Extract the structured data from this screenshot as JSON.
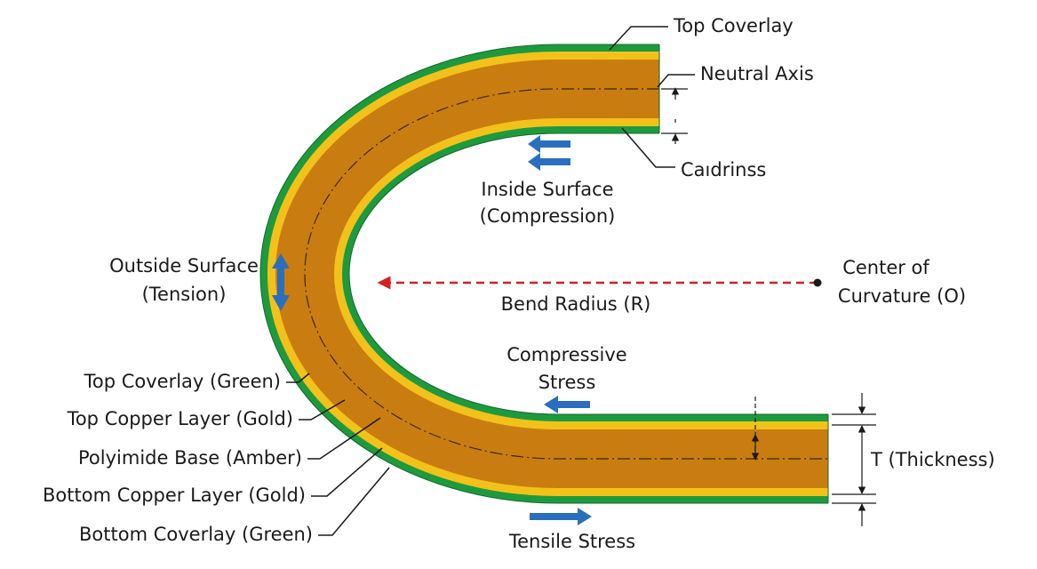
{
  "colors": {
    "coverlay": "#1e9a3e",
    "copper": "#f2c21a",
    "polyimide": "#c97d10",
    "stress_arrow": "#2a6fbd",
    "bend_radius_line": "#d62020"
  },
  "labels": {
    "top_coverlay": "Top Coverlay",
    "neutral_axis": "Neutral Axis",
    "caudrinss": "Caıdrinss",
    "inside_surface_line1": "Inside Surface",
    "inside_surface_line2": "(Compression)",
    "outside_surface_line1": "Outside Surface",
    "outside_surface_line2": "(Tension)",
    "center_line1": "Center of",
    "center_line2": "Curvature (O)",
    "bend_radius": "Bend Radius (R)",
    "compressive_line1": "Compressive",
    "compressive_line2": "Stress",
    "tensile": "Tensile Stress",
    "thickness": "T (Thickness)",
    "layer_top_coverlay": "Top Coverlay (Green)",
    "layer_top_copper": "Top Copper Layer (Gold)",
    "layer_polyimide": "Polyimide Base (Amber)",
    "layer_bottom_copper": "Bottom Copper Layer (Gold)",
    "layer_bottom_coverlay": "Bottom Coverlay (Green)"
  },
  "icons": {
    "stress_arrows": "arrow-icon",
    "tension_arrow": "double-arrow-icon",
    "center_point": "dot-icon"
  }
}
